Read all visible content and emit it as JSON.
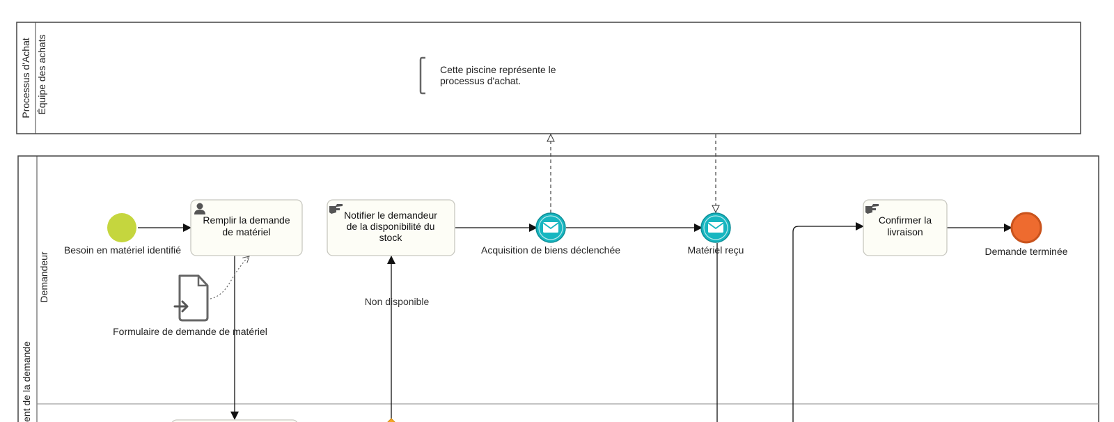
{
  "pools": {
    "purchase": {
      "name": "Processus d'Achat",
      "lane": "Équipe des achats",
      "annotation_line1": "Cette piscine représente le",
      "annotation_line2": "processus d'achat."
    },
    "request": {
      "name": "ent de la demande",
      "lane": "Demandeur"
    }
  },
  "events": {
    "start": "Besoin en matériel identifié",
    "msg_acquisition": "Acquisition de biens déclenchée",
    "msg_received": "Matériel reçu",
    "end": "Demande terminée"
  },
  "tasks": {
    "fill_request": {
      "line1": "Remplir la demande",
      "line2": "de matériel",
      "type_icon": "user-icon"
    },
    "notify": {
      "line1": "Notifier le demandeur",
      "line2": "de la disponibilité du",
      "line3": "stock",
      "type_icon": "manual-hand-icon"
    },
    "confirm": {
      "line1": "Confirmer la",
      "line2": "livraison",
      "type_icon": "manual-hand-icon"
    }
  },
  "data_object": {
    "label": "Formulaire de demande de matériel",
    "icon": "input-document-icon"
  },
  "flows": {
    "not_available": "Non disponible"
  },
  "colors": {
    "start_event": "#c5d63e",
    "message_event": "#17b6c0",
    "end_event": "#ee6b2f",
    "gateway": "#f5a623",
    "task_fill": "#fdfdf6",
    "task_stroke": "#c8c8c0"
  }
}
